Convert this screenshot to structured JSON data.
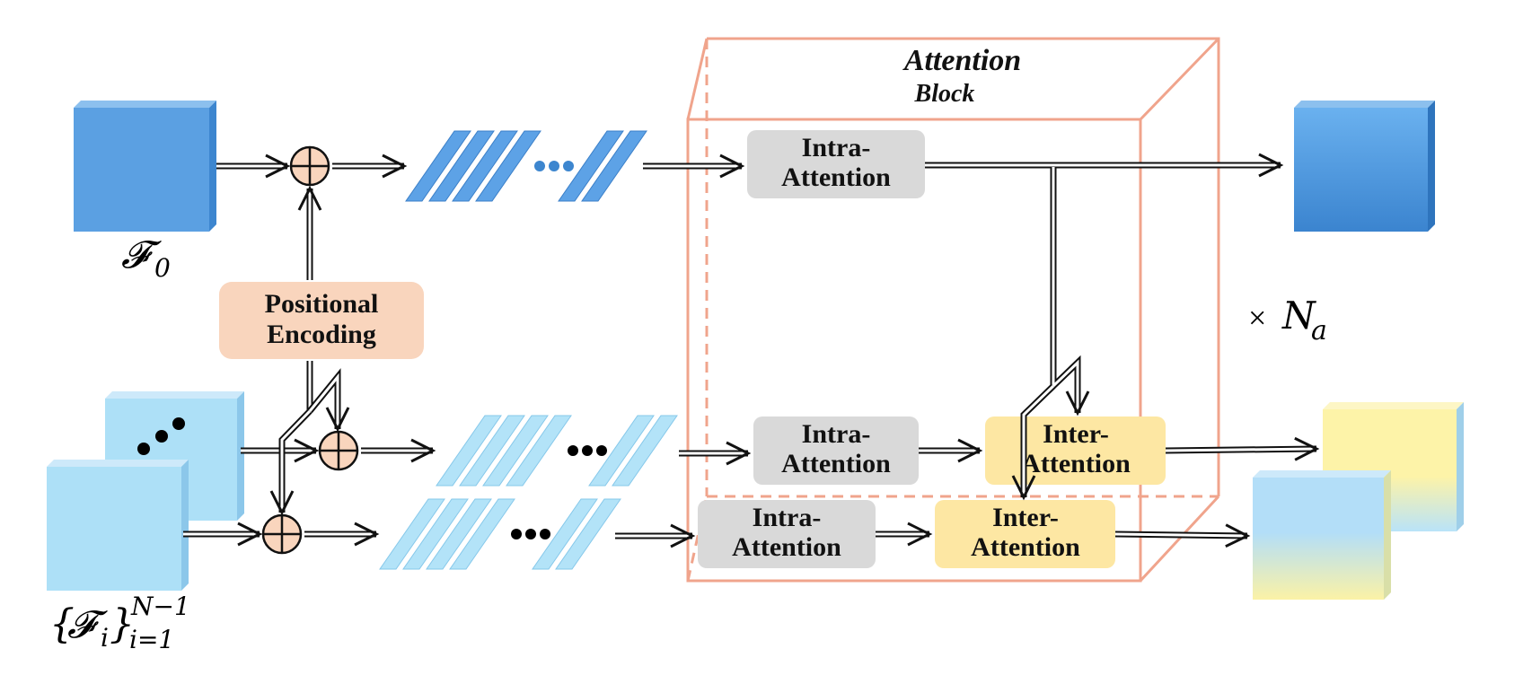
{
  "title": {
    "line1": "Attention",
    "line2": "Block"
  },
  "labels": {
    "f0_symbol": "𝓕",
    "f0_subscript": "0",
    "fi_open": "{",
    "fi_symbol": "𝓕",
    "fi_sub_i": "i",
    "fi_close": "}",
    "fi_superscript": "N−1",
    "fi_subscript": "i=1",
    "repeat_times": "×",
    "repeat_symbol": "N",
    "repeat_subscript": "a"
  },
  "positional_encoding": {
    "line1": "Positional",
    "line2": "Encoding"
  },
  "modules": {
    "intra_top": {
      "line1": "Intra-",
      "line2": "Attention"
    },
    "intra_mid": {
      "line1": "Intra-",
      "line2": "Attention"
    },
    "intra_bot": {
      "line1": "Intra-",
      "line2": "Attention"
    },
    "inter_mid": {
      "line1": "Inter-",
      "line2": "Attention"
    },
    "inter_bot": {
      "line1": "Inter-",
      "line2": "Attention"
    }
  },
  "colors": {
    "block_edge": "#f0a48c",
    "dark_blue": "#5a9ee0",
    "light_blue": "#a9dcf5",
    "yellow": "#fbe8a0",
    "gray_box": "#d9d9d9",
    "yellow_box": "#fde7a3",
    "peach_box": "#f9d5bd"
  }
}
